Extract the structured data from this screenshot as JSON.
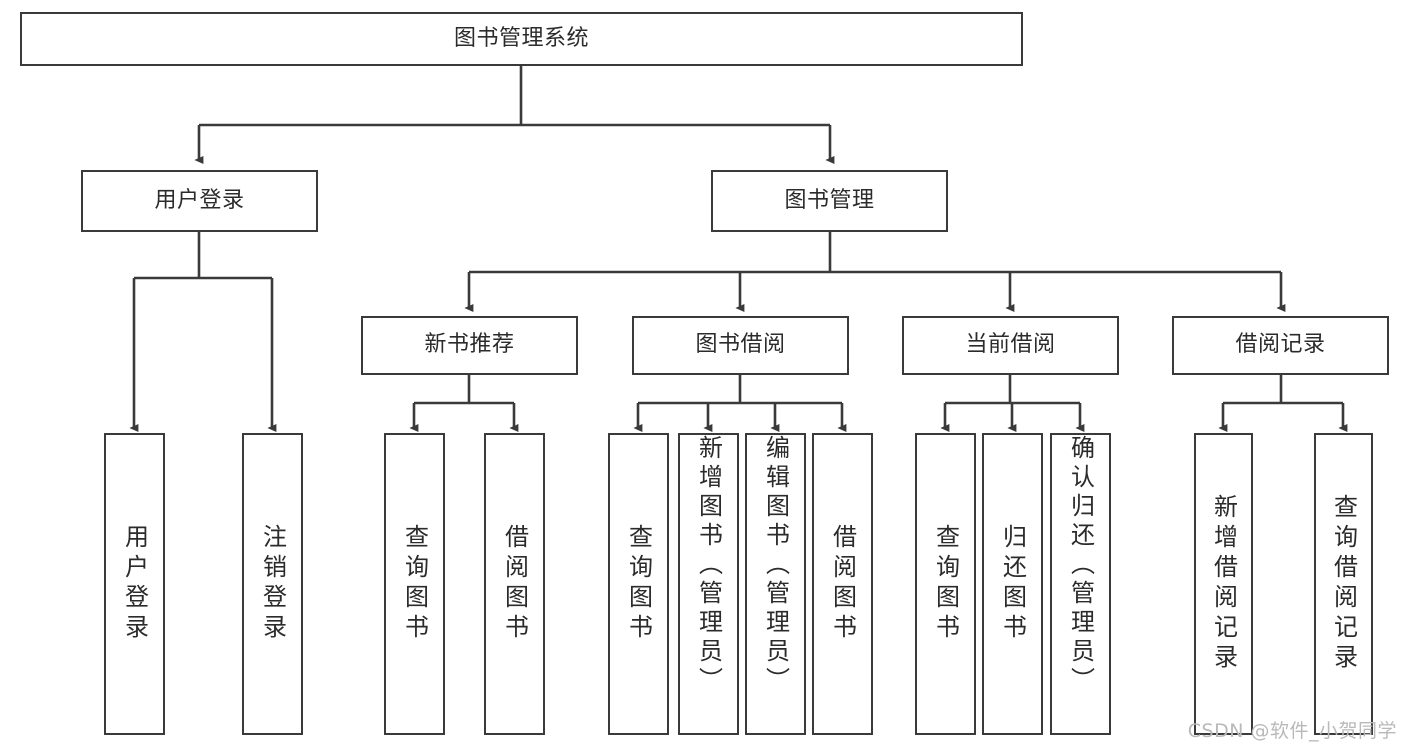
{
  "diagram": {
    "title": "图书管理系统",
    "root": {
      "id": "root",
      "label": "图书管理系统"
    },
    "level2": [
      {
        "id": "user-login",
        "label": "用户登录"
      },
      {
        "id": "book-management",
        "label": "图书管理"
      }
    ],
    "level3": [
      {
        "id": "new-book-recommend",
        "label": "新书推荐"
      },
      {
        "id": "book-borrow",
        "label": "图书借阅"
      },
      {
        "id": "current-borrow",
        "label": "当前借阅"
      },
      {
        "id": "borrow-record",
        "label": "借阅记录"
      }
    ],
    "leaves": {
      "user_login": [
        {
          "id": "leaf-user-login",
          "label": "用户登录"
        },
        {
          "id": "leaf-logout-login",
          "label": "注销登录"
        }
      ],
      "new_book_recommend": [
        {
          "id": "leaf-query-book-1",
          "label": "查询图书"
        },
        {
          "id": "leaf-borrow-book-1",
          "label": "借阅图书"
        }
      ],
      "book_borrow": [
        {
          "id": "leaf-query-book-2",
          "label": "查询图书"
        },
        {
          "id": "leaf-add-book",
          "label": "新增图书（管理员）"
        },
        {
          "id": "leaf-edit-book",
          "label": "编辑图书（管理员）"
        },
        {
          "id": "leaf-borrow-book-2",
          "label": "借阅图书"
        }
      ],
      "current_borrow": [
        {
          "id": "leaf-query-book-3",
          "label": "查询图书"
        },
        {
          "id": "leaf-return-book",
          "label": "归还图书"
        },
        {
          "id": "leaf-confirm-return",
          "label": "确认归还（管理员）"
        }
      ],
      "borrow_record": [
        {
          "id": "leaf-add-record",
          "label": "新增借阅记录"
        },
        {
          "id": "leaf-query-record",
          "label": "查询借阅记录"
        }
      ]
    }
  },
  "watermark": {
    "text": "CSDN @软件_小贺同学"
  },
  "colors": {
    "stroke": "#3a3a3a",
    "text": "#2b2b2b",
    "background": "#ffffff",
    "watermark": "#b9b9b9"
  }
}
